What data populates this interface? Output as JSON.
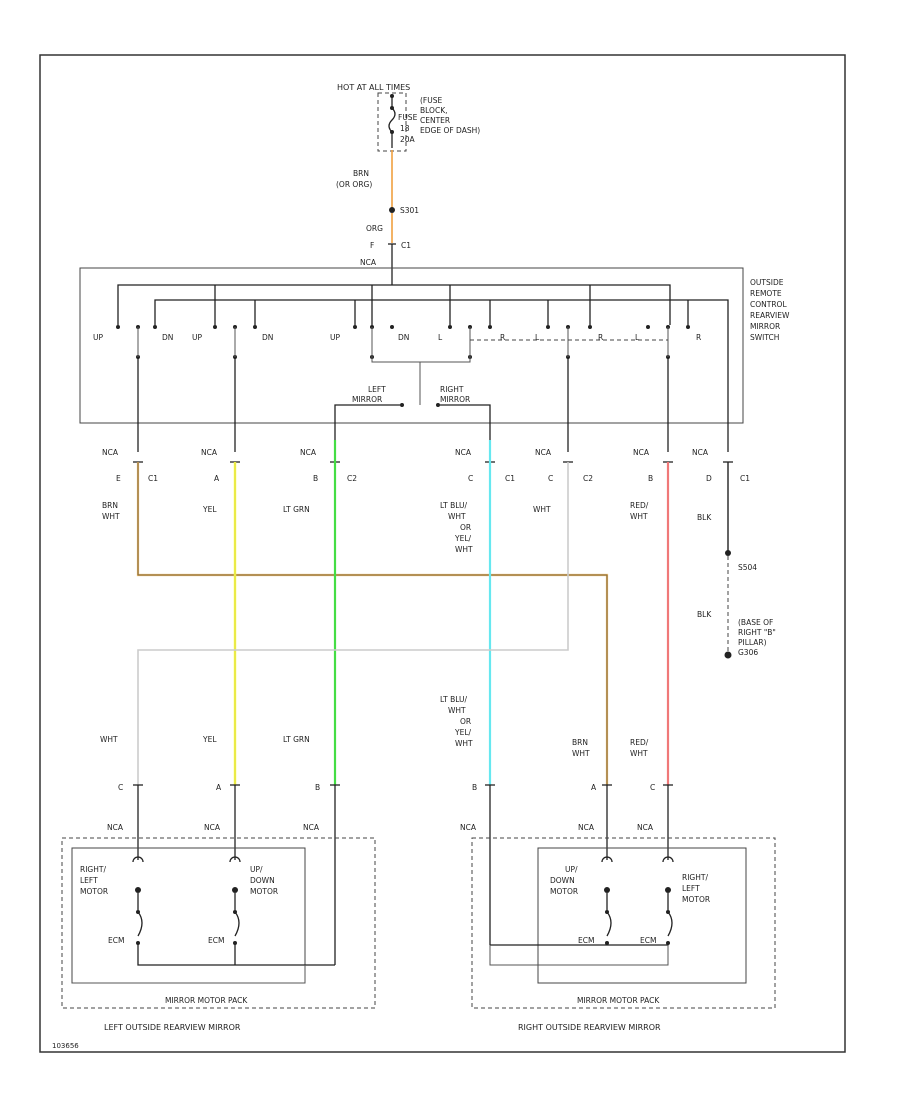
{
  "power": {
    "hot": "HOT AT ALL TIMES",
    "fuse_desc": [
      "(FUSE",
      "BLOCK,",
      "CENTER",
      "EDGE OF DASH)"
    ],
    "fuse_name": [
      "FUSE",
      "18",
      "20A"
    ],
    "wire_top": [
      "BRN",
      "(OR ORG)"
    ],
    "splice": "S301",
    "wire_bottom": "ORG",
    "conn_pin": "F",
    "conn_id": "C1",
    "nca": "NCA"
  },
  "switch": {
    "title": [
      "OUTSIDE",
      "REMOTE",
      "CONTROL",
      "REARVIEW",
      "MIRROR",
      "SWITCH"
    ],
    "contact_labels": [
      "UP",
      "DN",
      "UP",
      "DN",
      "UP",
      "DN",
      "L",
      "R",
      "L",
      "R",
      "L",
      "R"
    ],
    "left_mirror": [
      "LEFT",
      "MIRROR"
    ],
    "right_mirror": [
      "RIGHT",
      "MIRROR"
    ]
  },
  "connectors_top": [
    {
      "nca": "NCA",
      "pin": "E",
      "conn": "C1",
      "wire": [
        "BRN",
        "WHT"
      ]
    },
    {
      "nca": "NCA",
      "pin": "A",
      "conn": "",
      "wire": [
        "YEL"
      ]
    },
    {
      "nca": "NCA",
      "pin": "B",
      "conn": "C2",
      "wire": [
        "LT GRN"
      ]
    },
    {
      "nca": "NCA",
      "pin": "C",
      "conn": "C1",
      "wire": [
        "LT BLU/",
        "WHT",
        "OR",
        "YEL/",
        "WHT"
      ]
    },
    {
      "nca": "NCA",
      "pin": "C",
      "conn": "C2",
      "wire": [
        "WHT"
      ]
    },
    {
      "nca": "NCA",
      "pin": "B",
      "conn": "",
      "wire": [
        "RED/",
        "WHT"
      ]
    },
    {
      "nca": "NCA",
      "pin": "D",
      "conn": "C1",
      "wire": [
        "BLK"
      ]
    }
  ],
  "ground": {
    "splice": "S504",
    "wire": "BLK",
    "desc": [
      "(BASE OF",
      "RIGHT \"B\"",
      "PILLAR)",
      "G306"
    ]
  },
  "connectors_bottom": [
    {
      "pin": "C",
      "nca": "NCA",
      "wire": [
        "WHT"
      ]
    },
    {
      "pin": "A",
      "nca": "NCA",
      "wire": [
        "YEL"
      ]
    },
    {
      "pin": "B",
      "nca": "NCA",
      "wire": [
        "LT GRN"
      ]
    },
    {
      "pin": "B",
      "nca": "NCA",
      "wire": [
        "LT BLU/",
        "WHT",
        "OR",
        "YEL/",
        "WHT"
      ]
    },
    {
      "pin": "A",
      "nca": "NCA",
      "wire": [
        "BRN",
        "WHT"
      ]
    },
    {
      "pin": "C",
      "nca": "NCA",
      "wire": [
        "RED/",
        "WHT"
      ]
    }
  ],
  "left_mirror": {
    "motor1": [
      "RIGHT/",
      "LEFT",
      "MOTOR"
    ],
    "motor2": [
      "UP/",
      "DOWN",
      "MOTOR"
    ],
    "ecm1": "ECM",
    "ecm2": "ECM",
    "pack": "MIRROR MOTOR PACK",
    "title": "LEFT OUTSIDE REARVIEW MIRROR"
  },
  "right_mirror": {
    "motor1": [
      "UP/",
      "DOWN",
      "MOTOR"
    ],
    "motor2": [
      "RIGHT/",
      "LEFT",
      "MOTOR"
    ],
    "ecm1": "ECM",
    "ecm2": "ECM",
    "pack": "MIRROR MOTOR PACK",
    "title": "RIGHT OUTSIDE REARVIEW MIRROR"
  },
  "figure_id": "103656",
  "colors": {
    "brn_wht": "#e0b060",
    "yel": "#ffff33",
    "lt_grn": "#44dd44",
    "lt_blu": "#66e8f0",
    "red_wht": "#f07878",
    "wht": "#cccccc",
    "org": "#f0a040",
    "blk": "#222222"
  }
}
